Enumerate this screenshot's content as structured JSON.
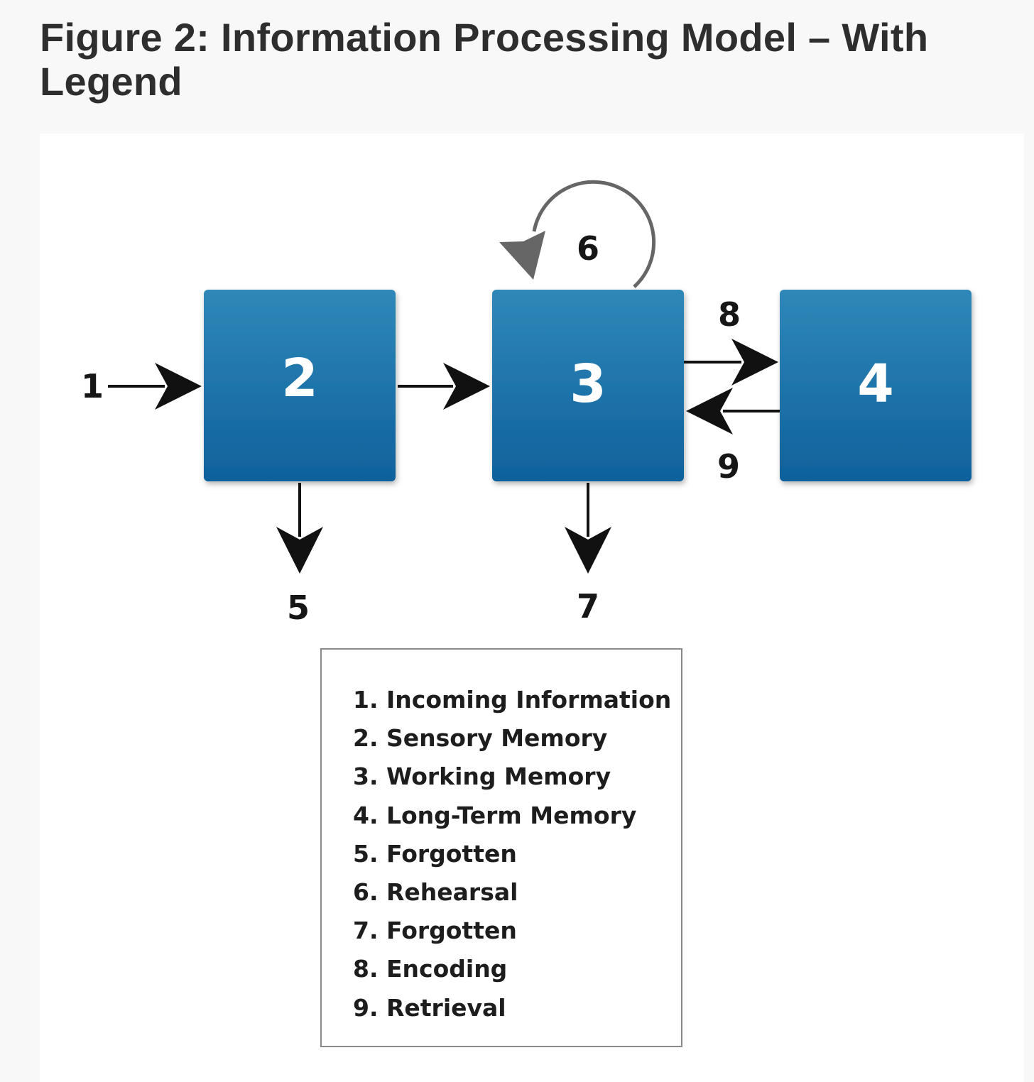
{
  "page": {
    "title": "Figure 2: Information Processing Model – With Legend"
  },
  "colors": {
    "box_top": "#2f88b8",
    "box_bottom": "#0f619c",
    "arrow": "#111111",
    "loop_arrow": "#666666",
    "legend_border": "#8a8a8a",
    "title": "#2e2e2e"
  },
  "diagram": {
    "boxes": [
      {
        "id": "sensory",
        "label": "2"
      },
      {
        "id": "working",
        "label": "3"
      },
      {
        "id": "long-term",
        "label": "4"
      }
    ],
    "arrow_labels": {
      "incoming": "1",
      "forgotten_sensory": "5",
      "rehearsal": "6",
      "forgotten_working": "7",
      "encoding": "8",
      "retrieval": "9"
    },
    "edges": [
      {
        "from": "incoming",
        "to": "sensory",
        "label": "1"
      },
      {
        "from": "sensory",
        "to": "working"
      },
      {
        "from": "sensory",
        "to": "forgotten",
        "label": "5"
      },
      {
        "from": "working",
        "to": "working",
        "label": "6"
      },
      {
        "from": "working",
        "to": "forgotten",
        "label": "7"
      },
      {
        "from": "working",
        "to": "long-term",
        "label": "8"
      },
      {
        "from": "long-term",
        "to": "working",
        "label": "9"
      }
    ]
  },
  "legend": {
    "items": [
      "1. Incoming Information",
      "2. Sensory Memory",
      "3. Working Memory",
      "4. Long-Term Memory",
      "5. Forgotten",
      "6. Rehearsal",
      "7. Forgotten",
      "8. Encoding",
      "9. Retrieval"
    ]
  }
}
